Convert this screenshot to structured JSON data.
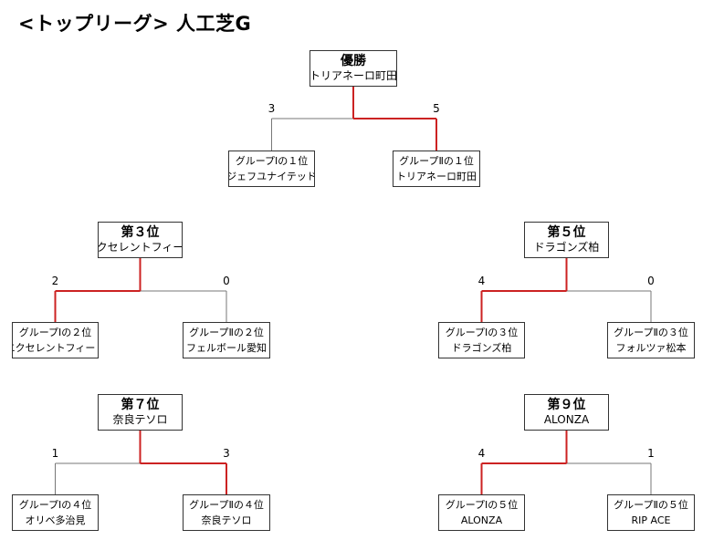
{
  "title": "<トップリーグ> 人工芝G",
  "colors": {
    "winner_line": "#cc2222",
    "line": "#777777"
  },
  "brackets": [
    {
      "result_label": "優勝",
      "winner": "トリアネーロ町田",
      "left": {
        "label": "グループⅠの１位",
        "team": "ジェフユナイテッド",
        "score": "3"
      },
      "right": {
        "label": "グループⅡの１位",
        "team": "トリアネーロ町田",
        "score": "5"
      },
      "won": "right"
    },
    {
      "result_label": "第３位",
      "winner": "エクセレントフィート",
      "left": {
        "label": "グループⅠの２位",
        "team": "エクセレントフィート",
        "score": "2"
      },
      "right": {
        "label": "グループⅡの２位",
        "team": "フェルボール愛知",
        "score": "0"
      },
      "won": "left"
    },
    {
      "result_label": "第５位",
      "winner": "ドラゴンズ柏",
      "left": {
        "label": "グループⅠの３位",
        "team": "ドラゴンズ柏",
        "score": "4"
      },
      "right": {
        "label": "グループⅡの３位",
        "team": "フォルツァ松本",
        "score": "0"
      },
      "won": "left"
    },
    {
      "result_label": "第７位",
      "winner": "奈良テソロ",
      "left": {
        "label": "グループⅠの４位",
        "team": "オリベ多治見",
        "score": "1"
      },
      "right": {
        "label": "グループⅡの４位",
        "team": "奈良テソロ",
        "score": "3"
      },
      "won": "right"
    },
    {
      "result_label": "第９位",
      "winner": "ALONZA",
      "left": {
        "label": "グループⅠの５位",
        "team": "ALONZA",
        "score": "4"
      },
      "right": {
        "label": "グループⅡの５位",
        "team": "RIP ACE",
        "score": "1"
      },
      "won": "left"
    }
  ]
}
